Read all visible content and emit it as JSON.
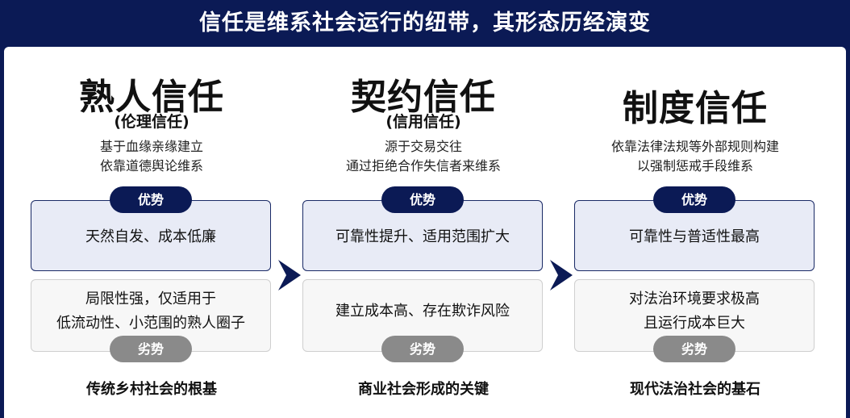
{
  "header": {
    "title": "信任是维系社会运行的纽带，其形态历经演变"
  },
  "columns": [
    {
      "title": "熟人信任",
      "subtitle": "(伦理信任)",
      "desc_line1": "基于血缘亲缘建立",
      "desc_line2": "依靠道德舆论维系",
      "advantage_label": "优势",
      "advantage": "天然自发、成本低廉",
      "disadvantage_line1": "局限性强，仅适用于",
      "disadvantage_line2": "低流动性、小范围的熟人圈子",
      "disadvantage_label": "劣势",
      "footer": "传统乡村社会的根基"
    },
    {
      "title": "契约信任",
      "subtitle": "(信用信任)",
      "desc_line1": "源于交易交往",
      "desc_line2": "通过拒绝合作失信者来维系",
      "advantage_label": "优势",
      "advantage": "可靠性提升、适用范围扩大",
      "disadvantage_line1": "建立成本高、存在欺诈风险",
      "disadvantage_line2": "",
      "disadvantage_label": "劣势",
      "footer": "商业社会形成的关键"
    },
    {
      "title": "制度信任",
      "subtitle": "",
      "desc_line1": "依靠法律法规等外部规则构建",
      "desc_line2": "以强制惩戒手段维系",
      "advantage_label": "优势",
      "advantage": "可靠性与普适性最高",
      "disadvantage_line1": "对法治环境要求极高",
      "disadvantage_line2": "且运行成本巨大",
      "disadvantage_label": "劣势",
      "footer": "现代法治社会的基石"
    }
  ],
  "colors": {
    "navy": "#0b1a55",
    "advantage_fill": "#e8ebf6",
    "disadvantage_fill": "#f7f7f7",
    "disadvantage_badge": "#8a8a8a"
  },
  "icons": [
    "chevron-right-icon",
    "chevron-right-icon"
  ]
}
